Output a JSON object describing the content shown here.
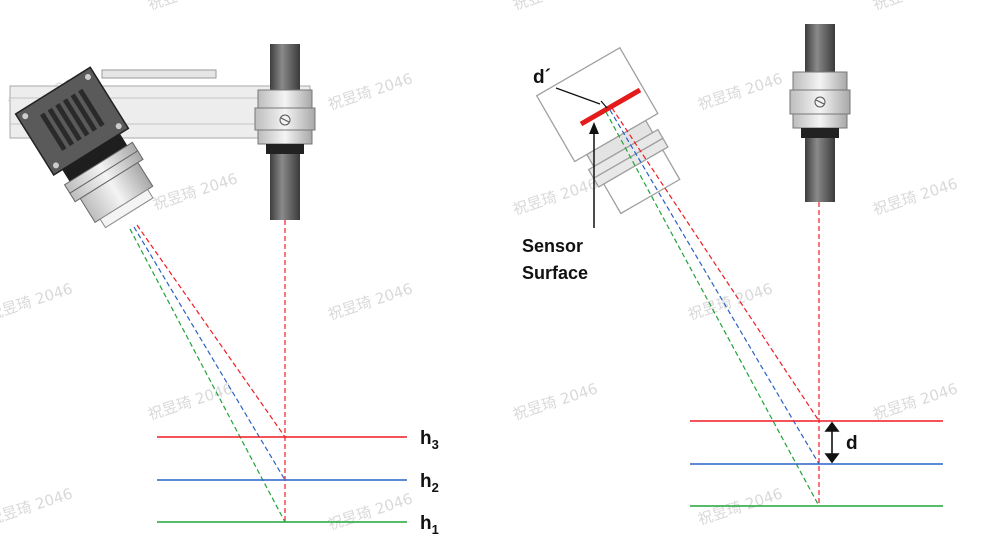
{
  "left_panel": {
    "labels": {
      "h3_base": "h",
      "h3_sub": "3",
      "h2_base": "h",
      "h2_sub": "2",
      "h1_base": "h",
      "h1_sub": "1"
    }
  },
  "right_panel": {
    "labels": {
      "d_prime": "d´",
      "sensor_line1": "Sensor",
      "sensor_line2": "Surface",
      "d": "d"
    }
  },
  "watermark": "祝昱琦 2046",
  "colors": {
    "red": "#ee1c24",
    "blue": "#2a62c4",
    "green": "#21a33a",
    "sensor": "#e31b1b",
    "outline": "#9a9a9a"
  }
}
